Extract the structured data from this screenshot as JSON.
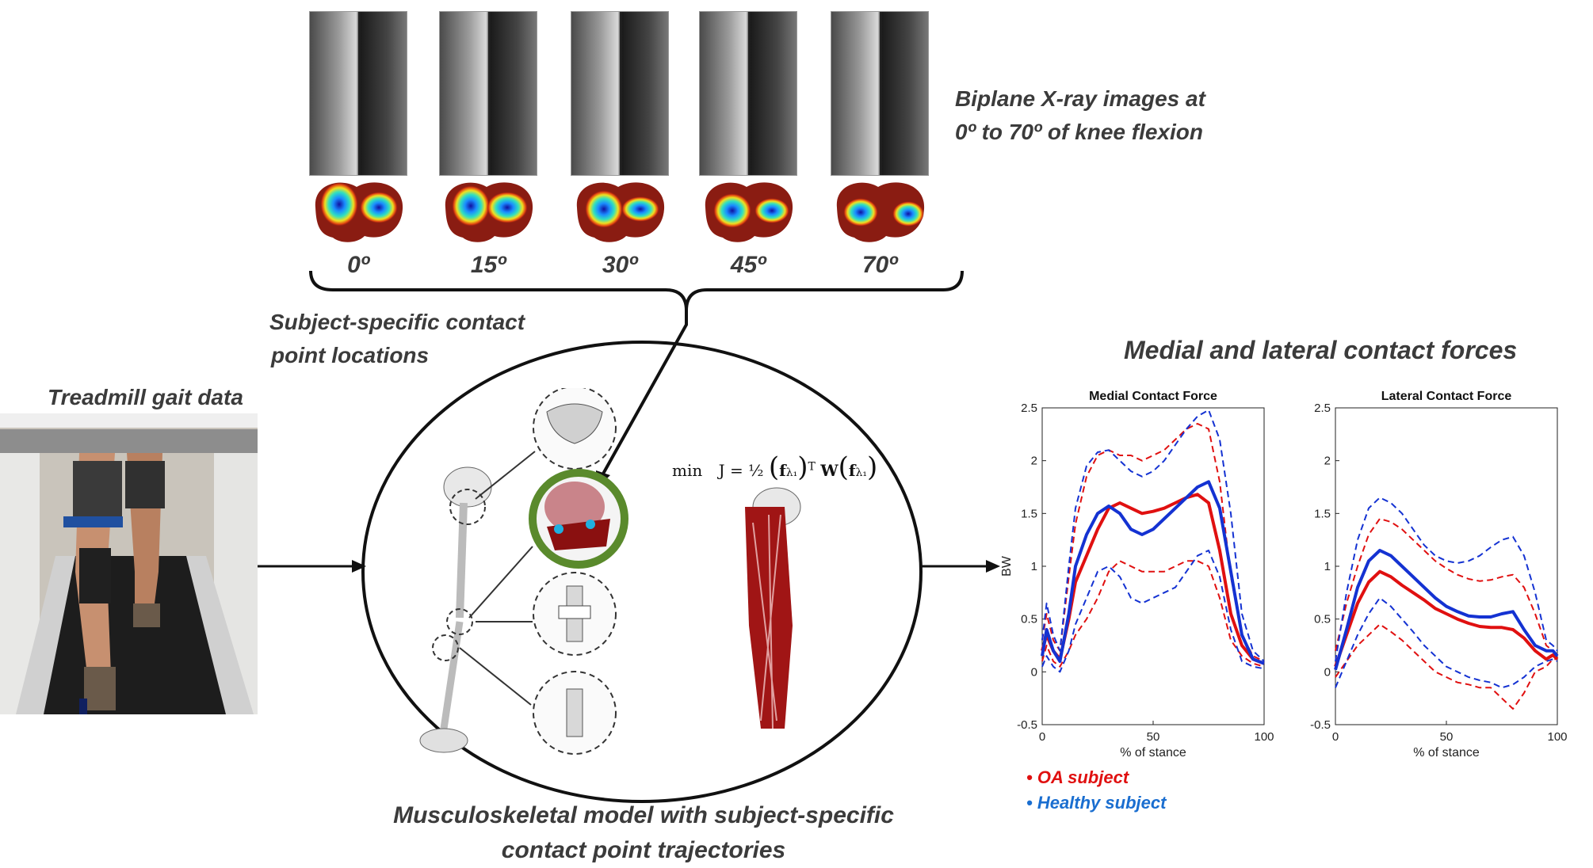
{
  "biplane_caption": {
    "line1": "Biplane X-ray images at",
    "line2": "0º to 70º of knee flexion"
  },
  "flexion_angles": [
    "0º",
    "15º",
    "30º",
    "45º",
    "70º"
  ],
  "contact_caption": {
    "line1": "Subject-specific contact",
    "line2": "point locations"
  },
  "treadmill_caption": "Treadmill gait data",
  "model_caption": {
    "line1": "Musculoskeletal model with subject-specific",
    "line2": "contact point trajectories"
  },
  "forces_caption": "Medial and lateral contact forces",
  "equation": {
    "min": "min",
    "J": "J = ½",
    "f": "f",
    "lambda": "λ₁",
    "T": "T",
    "W": "W"
  },
  "legend": [
    {
      "label": "OA subject",
      "color": "#e01010"
    },
    {
      "label": "Healthy subject",
      "color": "#1040d0"
    }
  ],
  "colors": {
    "oa": "#e01010",
    "healthy": "#1432d2",
    "ring": "#5a8a2c",
    "muscle": "#a01515"
  },
  "chart_data": [
    {
      "type": "line",
      "title": "Medial Contact Force",
      "xlabel": "% of stance",
      "ylabel": "BW",
      "xlim": [
        0,
        100
      ],
      "ylim": [
        -0.5,
        2.5
      ],
      "xticks": [
        "0",
        "50",
        "100"
      ],
      "yticks": [
        "-0.5",
        "0",
        "0.5",
        "1",
        "1.5",
        "2",
        "2.5"
      ],
      "x": [
        0,
        2,
        5,
        8,
        12,
        15,
        20,
        25,
        30,
        35,
        40,
        45,
        50,
        55,
        60,
        65,
        70,
        75,
        80,
        85,
        90,
        95,
        100
      ],
      "series": [
        {
          "name": "OA subject",
          "style": "solid",
          "values": [
            0.2,
            0.35,
            0.2,
            0.12,
            0.5,
            0.85,
            1.1,
            1.35,
            1.55,
            1.6,
            1.55,
            1.5,
            1.52,
            1.55,
            1.6,
            1.65,
            1.68,
            1.6,
            1.15,
            0.55,
            0.25,
            0.12,
            0.08
          ]
        },
        {
          "name": "OA subject",
          "style": "dashed",
          "values": [
            0.3,
            0.55,
            0.3,
            0.2,
            0.9,
            1.4,
            1.85,
            2.05,
            2.1,
            2.05,
            2.05,
            2.0,
            2.05,
            2.1,
            2.2,
            2.3,
            2.35,
            2.3,
            1.8,
            0.9,
            0.35,
            0.15,
            0.1
          ]
        },
        {
          "name": "OA subject",
          "style": "dashed",
          "values": [
            0.1,
            0.25,
            0.1,
            0.05,
            0.2,
            0.35,
            0.5,
            0.7,
            0.95,
            1.05,
            1.0,
            0.95,
            0.95,
            0.95,
            1.0,
            1.05,
            1.05,
            1.0,
            0.7,
            0.3,
            0.15,
            0.08,
            0.05
          ]
        },
        {
          "name": "Healthy subject",
          "style": "solid",
          "values": [
            0.15,
            0.4,
            0.2,
            0.1,
            0.55,
            1.0,
            1.3,
            1.5,
            1.57,
            1.5,
            1.35,
            1.3,
            1.35,
            1.45,
            1.55,
            1.65,
            1.75,
            1.8,
            1.55,
            0.95,
            0.35,
            0.12,
            0.08
          ]
        },
        {
          "name": "Healthy subject",
          "style": "dashed",
          "values": [
            0.3,
            0.65,
            0.35,
            0.2,
            1.0,
            1.55,
            1.95,
            2.08,
            2.1,
            2.0,
            1.9,
            1.85,
            1.9,
            2.0,
            2.15,
            2.3,
            2.42,
            2.48,
            2.2,
            1.5,
            0.55,
            0.2,
            0.1
          ]
        },
        {
          "name": "Healthy subject",
          "style": "dashed",
          "values": [
            0.05,
            0.15,
            0.05,
            0.0,
            0.2,
            0.45,
            0.7,
            0.95,
            1.0,
            0.9,
            0.7,
            0.65,
            0.7,
            0.75,
            0.8,
            0.95,
            1.1,
            1.15,
            0.9,
            0.4,
            0.1,
            0.05,
            0.03
          ]
        }
      ]
    },
    {
      "type": "line",
      "title": "Lateral Contact Force",
      "xlabel": "% of stance",
      "ylabel": "",
      "xlim": [
        0,
        100
      ],
      "ylim": [
        -0.5,
        2.5
      ],
      "xticks": [
        "0",
        "50",
        "100"
      ],
      "yticks": [
        "-0.5",
        "0",
        "0.5",
        "1",
        "1.5",
        "2",
        "2.5"
      ],
      "x": [
        0,
        5,
        10,
        15,
        20,
        25,
        30,
        35,
        40,
        45,
        50,
        55,
        60,
        65,
        70,
        75,
        80,
        85,
        90,
        95,
        98,
        100
      ],
      "series": [
        {
          "name": "OA subject",
          "style": "solid",
          "values": [
            0.05,
            0.35,
            0.65,
            0.85,
            0.95,
            0.9,
            0.82,
            0.75,
            0.68,
            0.6,
            0.55,
            0.5,
            0.46,
            0.43,
            0.42,
            0.42,
            0.4,
            0.32,
            0.2,
            0.12,
            0.16,
            0.12
          ]
        },
        {
          "name": "OA subject",
          "style": "dashed",
          "values": [
            0.2,
            0.65,
            1.0,
            1.3,
            1.45,
            1.42,
            1.35,
            1.25,
            1.15,
            1.05,
            0.98,
            0.92,
            0.88,
            0.86,
            0.87,
            0.9,
            0.92,
            0.8,
            0.55,
            0.25,
            0.2,
            0.15
          ]
        },
        {
          "name": "OA subject",
          "style": "dashed",
          "values": [
            -0.05,
            0.1,
            0.25,
            0.35,
            0.45,
            0.38,
            0.3,
            0.2,
            0.1,
            0.0,
            -0.05,
            -0.1,
            -0.12,
            -0.15,
            -0.15,
            -0.25,
            -0.35,
            -0.2,
            0.0,
            0.05,
            0.12,
            0.12
          ]
        },
        {
          "name": "Healthy subject",
          "style": "solid",
          "values": [
            0.02,
            0.4,
            0.8,
            1.05,
            1.15,
            1.1,
            1.0,
            0.9,
            0.8,
            0.7,
            0.62,
            0.57,
            0.53,
            0.52,
            0.52,
            0.55,
            0.57,
            0.4,
            0.25,
            0.2,
            0.2,
            0.15
          ]
        },
        {
          "name": "Healthy subject",
          "style": "dashed",
          "values": [
            0.1,
            0.75,
            1.25,
            1.55,
            1.65,
            1.6,
            1.5,
            1.35,
            1.2,
            1.1,
            1.05,
            1.03,
            1.05,
            1.1,
            1.18,
            1.25,
            1.28,
            1.1,
            0.75,
            0.3,
            0.25,
            0.2
          ]
        },
        {
          "name": "Healthy subject",
          "style": "dashed",
          "values": [
            -0.15,
            0.1,
            0.35,
            0.55,
            0.7,
            0.62,
            0.5,
            0.38,
            0.25,
            0.15,
            0.05,
            0.0,
            -0.05,
            -0.08,
            -0.1,
            -0.15,
            -0.12,
            -0.05,
            0.05,
            0.1,
            0.12,
            0.1
          ]
        }
      ]
    }
  ]
}
